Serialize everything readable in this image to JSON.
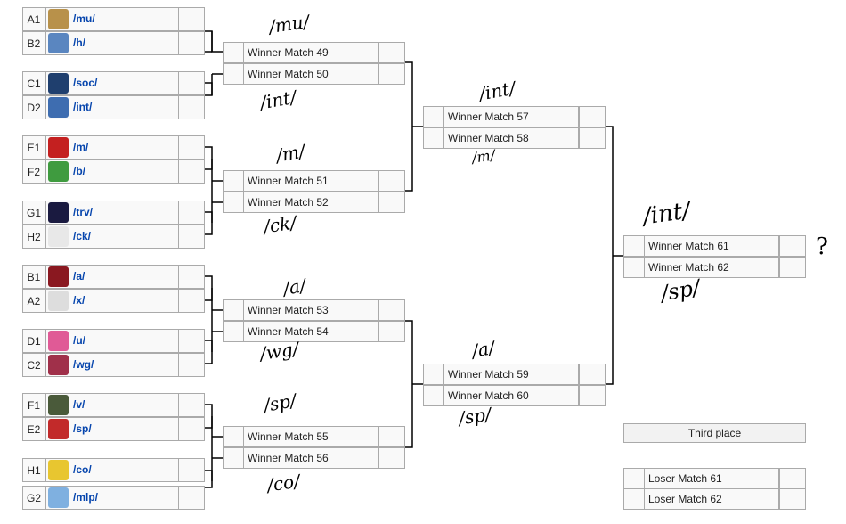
{
  "round1": [
    {
      "seed": "A1",
      "name": "/mu/",
      "icon": "mu-board-icon",
      "color": "#b8914a"
    },
    {
      "seed": "B2",
      "name": "/h/",
      "icon": "h-board-icon",
      "color": "#5a86c0"
    },
    {
      "seed": "C1",
      "name": "/soc/",
      "icon": "soc-board-icon",
      "color": "#1f3f6e"
    },
    {
      "seed": "D2",
      "name": "/int/",
      "icon": "int-board-icon",
      "color": "#3e6db0"
    },
    {
      "seed": "E1",
      "name": "/m/",
      "icon": "m-board-icon",
      "color": "#c42020"
    },
    {
      "seed": "F2",
      "name": "/b/",
      "icon": "b-board-icon",
      "color": "#3f9b3f"
    },
    {
      "seed": "G1",
      "name": "/trv/",
      "icon": "trv-board-icon",
      "color": "#1a1a40"
    },
    {
      "seed": "H2",
      "name": "/ck/",
      "icon": "ck-board-icon",
      "color": "#e8e8e8"
    },
    {
      "seed": "B1",
      "name": "/a/",
      "icon": "a-board-icon",
      "color": "#8a1820"
    },
    {
      "seed": "A2",
      "name": "/x/",
      "icon": "x-board-icon",
      "color": "#dddddd"
    },
    {
      "seed": "D1",
      "name": "/u/",
      "icon": "u-board-icon",
      "color": "#e05a96"
    },
    {
      "seed": "C2",
      "name": "/wg/",
      "icon": "wg-board-icon",
      "color": "#a0304a"
    },
    {
      "seed": "F1",
      "name": "/v/",
      "icon": "v-board-icon",
      "color": "#4a5a3a"
    },
    {
      "seed": "E2",
      "name": "/sp/",
      "icon": "sp-board-icon",
      "color": "#c22a2a"
    },
    {
      "seed": "H1",
      "name": "/co/",
      "icon": "co-board-icon",
      "color": "#e8c630"
    },
    {
      "seed": "G2",
      "name": "/mlp/",
      "icon": "mlp-board-icon",
      "color": "#7fb0e0"
    }
  ],
  "quarterfinals": [
    {
      "top": "Winner Match 49",
      "bottom": "Winner Match 50"
    },
    {
      "top": "Winner Match 51",
      "bottom": "Winner Match 52"
    },
    {
      "top": "Winner Match 53",
      "bottom": "Winner Match 54"
    },
    {
      "top": "Winner Match 55",
      "bottom": "Winner Match 56"
    }
  ],
  "semifinals": [
    {
      "top": "Winner Match 57",
      "bottom": "Winner Match 58"
    },
    {
      "top": "Winner Match 59",
      "bottom": "Winner Match 60"
    }
  ],
  "final": {
    "top": "Winner Match 61",
    "bottom": "Winner Match 62"
  },
  "third_place": {
    "label": "Third place",
    "top": "Loser Match 61",
    "bottom": "Loser Match 62"
  },
  "handwritten": {
    "h_mu": "/mu/",
    "h_int1": "/int/",
    "h_m": "/m/",
    "h_ck": "/ck/",
    "h_a": "/a/",
    "h_wg": "/wg/",
    "h_sp1": "/sp/",
    "h_co": "/co/",
    "h_int2": "/int/",
    "h_m2": "/m/",
    "h_a2": "/a/",
    "h_sp2": "/sp/",
    "h_int3": "/int/",
    "h_sp3": "/sp/",
    "h_q": "?"
  }
}
